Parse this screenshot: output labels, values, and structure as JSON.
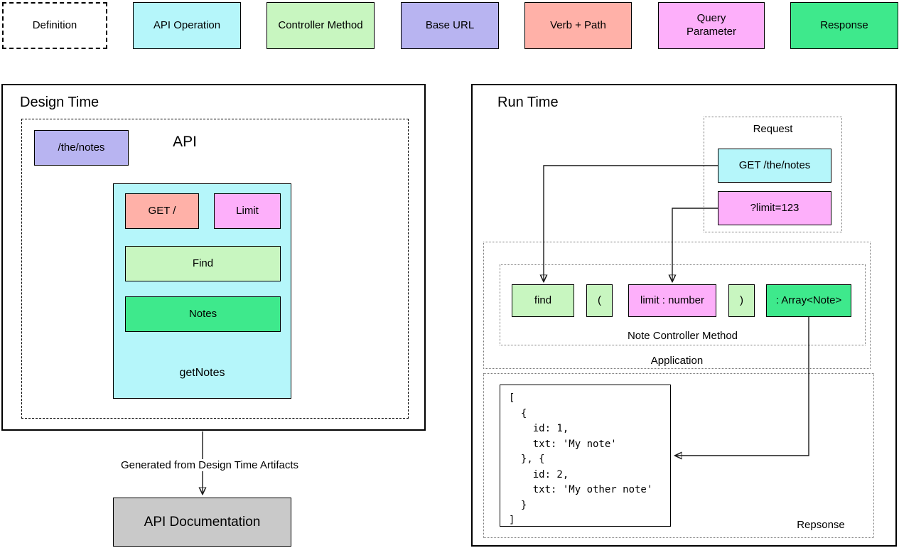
{
  "colors": {
    "api_operation": "#b5f6fa",
    "controller_method": "#c8f6c0",
    "base_url": "#b8b4f1",
    "verb_path": "#ffb1a8",
    "query_parameter": "#fdaffa",
    "response": "#3ee98c",
    "documentation": "#c9c9c9"
  },
  "legend": {
    "items": [
      {
        "label": "Definition"
      },
      {
        "label": "API Operation"
      },
      {
        "label": "Controller Method"
      },
      {
        "label": "Base URL"
      },
      {
        "label": "Verb + Path"
      },
      {
        "label": "Query Parameter"
      },
      {
        "label": "Response"
      }
    ]
  },
  "design_time": {
    "title": "Design Time",
    "api_label": "API",
    "base_url": "/the/notes",
    "operation": {
      "verb_path": "GET /",
      "query_param": "Limit",
      "controller_method": "Find",
      "response": "Notes",
      "operation_name": "getNotes"
    },
    "arrow_label": "Generated from Design Time Artifacts",
    "documentation_label": "API Documentation"
  },
  "run_time": {
    "title": "Run Time",
    "request": {
      "label": "Request",
      "verb_path": "GET /the/notes",
      "query_parameter": "?limit=123"
    },
    "application": {
      "label": "Application",
      "controller_method": {
        "label": "Note Controller Method",
        "tokens": [
          {
            "text": "find"
          },
          {
            "text": "("
          },
          {
            "text": "limit : number"
          },
          {
            "text": ")"
          },
          {
            "text": ": Array<Note>"
          }
        ]
      }
    },
    "response": {
      "label": "Repsonse",
      "code": "[\n  {\n    id: 1,\n    txt: 'My note'\n  }, {\n    id: 2,\n    txt: 'My other note'\n  }\n]"
    }
  }
}
